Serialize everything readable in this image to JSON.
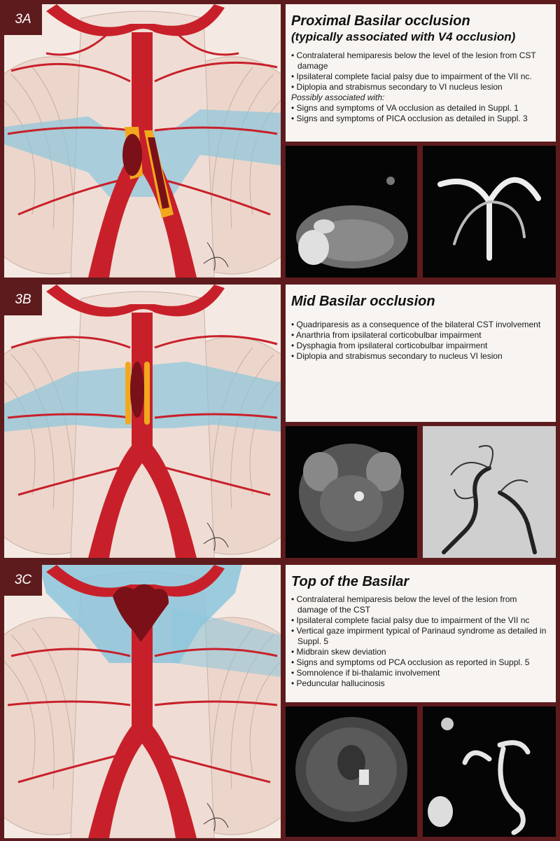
{
  "panels": [
    {
      "tag": "3A",
      "title": "Proximal Basilar occlusion",
      "subtitle": "(typically associated with V4 occlusion)",
      "items": [
        "Contralateral hemiparesis below the level of the lesion from CST damage",
        "Ipsilateral complete facial palsy due to impairment of the VII nc.",
        "Diplopia and strabismus secondary to VI nucleus lesion"
      ],
      "note": "Possibly associated with:",
      "extra_items": [
        "Signs and symptoms of VA occlusion as detailed in Suppl. 1",
        "Signs and symptoms of PICA occlusion as detailed in Suppl. 3"
      ]
    },
    {
      "tag": "3B",
      "title": "Mid Basilar occlusion",
      "items": [
        "Quadriparesis as a consequence of the bilateral CST involvement",
        "Anarthria from ipsilateral corticobulbar impairment",
        "Dysphagia from ipsilateral corticobulbar impairment",
        "Diplopia and strabismus secondary to nucleus VI lesion"
      ]
    },
    {
      "tag": "3C",
      "title": "Top of the Basilar",
      "items": [
        "Contralateral hemiparesis below the level of the lesion from damage of the CST",
        "Ipsilateral complete facial palsy due to impairment of the VII nc",
        "Vertical gaze impirment typical of Parinaud syndrome as detailed in Suppl. 5",
        "Midbrain skew deviation",
        "Signs and symptoms od PCA occlusion as reported in Suppl. 5",
        "Somnolence if bi-thalamic involvement",
        "Peduncular hallucinosis"
      ]
    }
  ],
  "colors": {
    "frame": "#5e1b1d",
    "artery": "#c8202a",
    "thrombus": "#7a1018",
    "ischemia": "#8cc6dc",
    "cerebellum": "#ecd6cb",
    "highlight": "#f2a81d"
  }
}
